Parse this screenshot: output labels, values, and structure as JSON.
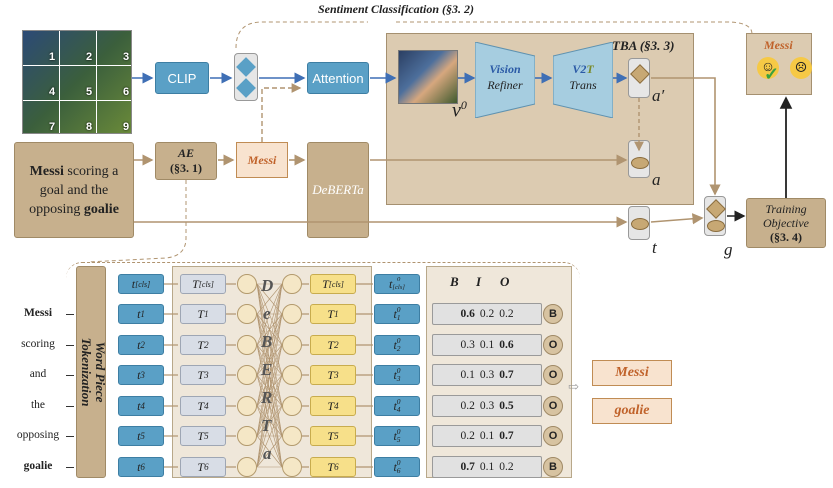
{
  "header": {
    "title": "Sentiment Classification (§3. 2)"
  },
  "top": {
    "clip_label": "CLIP",
    "attention_label": "Attention",
    "tba_title": "TBA (§3. 3)",
    "v0_label": "v",
    "v0_sup": "0",
    "vision_refiner_line1": "Vision",
    "vision_refiner_line2": "Refiner",
    "v2t_line1_a": "V2",
    "v2t_line1_b": "T",
    "v2t_line2": "Trans",
    "a_prime_label": "a′",
    "a_label": "a",
    "t_label": "t",
    "g_label": "g",
    "input_text": {
      "bold1": "Messi",
      "rest1": " scoring a goal and the opposing ",
      "bold2": "goalie"
    },
    "ae_line1": "AE",
    "ae_line2": "(§3. 1)",
    "messi_tag": "Messi",
    "deberta_label": "DeBERTa",
    "training_line1": "Training",
    "training_line2": "Objective",
    "training_line3": "(§3. 4)",
    "result_title": "Messi",
    "image_grid_numbers": [
      "1",
      "2",
      "3",
      "4",
      "5",
      "6",
      "7",
      "8",
      "9"
    ]
  },
  "bottom": {
    "word_piece_line1": "Word Piece",
    "word_piece_line2": "Tokenization",
    "deberta_vertical": [
      "D",
      "e",
      "B",
      "E",
      "R",
      "T",
      "a"
    ],
    "bio_headers": [
      "B",
      "I",
      "O"
    ],
    "cls": {
      "t": "t",
      "t_sub": "[cls]",
      "T": "T",
      "T_sub": "[cls]",
      "t0": "t",
      "t0_sup": "0",
      "t0_sub": "[cls]"
    },
    "rows": [
      {
        "word": "Messi",
        "bold": true,
        "idx": "1",
        "probs": [
          "0.6",
          "0.2",
          "0.2"
        ],
        "bold_index": 0,
        "tag": "B"
      },
      {
        "word": "scoring",
        "bold": false,
        "idx": "2",
        "probs": [
          "0.3",
          "0.1",
          "0.6"
        ],
        "bold_index": 2,
        "tag": "O"
      },
      {
        "word": "and",
        "bold": false,
        "idx": "3",
        "probs": [
          "0.1",
          "0.3",
          "0.7"
        ],
        "bold_index": 2,
        "tag": "O"
      },
      {
        "word": "the",
        "bold": false,
        "idx": "4",
        "probs": [
          "0.2",
          "0.3",
          "0.5"
        ],
        "bold_index": 2,
        "tag": "O"
      },
      {
        "word": "opposing",
        "bold": false,
        "idx": "5",
        "probs": [
          "0.2",
          "0.1",
          "0.7"
        ],
        "bold_index": 2,
        "tag": "O"
      },
      {
        "word": "goalie",
        "bold": true,
        "idx": "6",
        "probs": [
          "0.7",
          "0.1",
          "0.2"
        ],
        "bold_index": 0,
        "tag": "B"
      }
    ],
    "outputs": [
      "Messi",
      "goalie"
    ]
  },
  "colors": {
    "blue": "#5aa0c6",
    "tan": "#c7b08d",
    "arrow_blue": "#3f6fb5",
    "arrow_tan": "#b09470",
    "orange_text": "#c0622a"
  }
}
